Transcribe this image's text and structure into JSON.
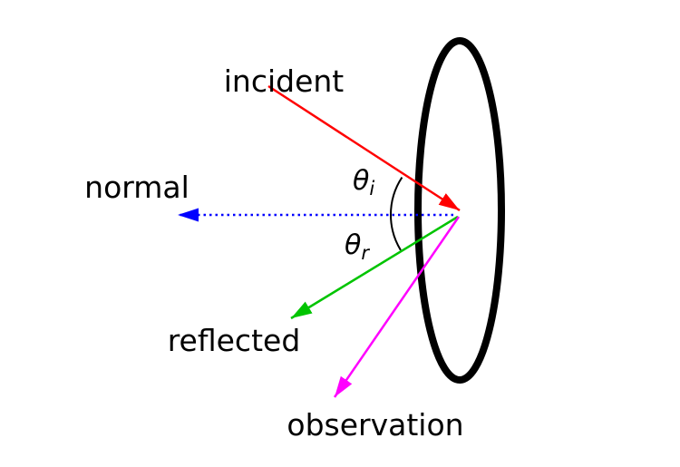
{
  "diagram": {
    "title": "reflection-geometry",
    "labels": {
      "incident": "incident",
      "normal": "normal",
      "reflected": "reflected",
      "observation": "observation"
    },
    "angles": {
      "incident": {
        "symbol": "θ",
        "subscript": "i"
      },
      "reflected": {
        "symbol": "θ",
        "subscript": "r"
      }
    },
    "colors": {
      "incident": "#ff0000",
      "normal": "#0000ff",
      "reflected": "#00c400",
      "observation": "#ff00ff",
      "surface": "#000000",
      "arc": "#000000"
    }
  }
}
